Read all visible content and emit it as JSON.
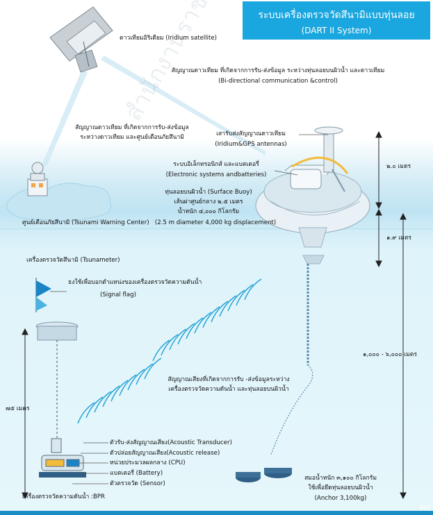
{
  "title": {
    "thai": "ระบบเครื่องตรวจวัดสึนามิแบบทุ่นลอย",
    "english": "(DART II System)"
  },
  "labels": {
    "satellite": "ดาวเทียมอิริเดียม (Iridium satellite)",
    "bidir_thai": "สัญญาณดาวเทียม ที่เกิดจากการรับ-ส่งข้อมูล ระหว่างทุ่นลอยบนผิวน้ำ และดาวเทียม",
    "bidir_en": "(Bi-directional communication &control)",
    "sat_center_1": "สัญญาณดาวเทียม ที่เกิดจากการรับ-ส่งข้อมูล",
    "sat_center_2": "ระหว่างดาวเทียม และศูนย์เตือนภัยสึนามิ",
    "antenna_thai": "เสารับส่งสัญญาณดาวเทียม",
    "antenna_en": "(Iridium&GPS antennas)",
    "electronics_thai": "ระบบอิเล็กทรอนิกส์ และแบตเตอรี่",
    "electronics_en": "(Electronic systems andbatteries)",
    "buoy_1": "ทุ่นลอยบนผิวน้ำ (Surface Buoy)",
    "buoy_2": "เส้นผ่าศูนย์กลาง ๒.๕ เมตร",
    "buoy_3": "น้ำหนัก ๔,๐๐๐ กิโลกรัม",
    "buoy_4": "(2.5 m diameter 4,000 kg displacement)",
    "warning_center": "ศูนย์เตือนภัยสึนามิ (Tsunami Warning Center)",
    "tsunameter": "เครื่องตรวจวัดสึนามิ (Tsunameter)",
    "flag_thai": "ธงใช้เพื่อบอกตำแหน่งของเครื่องตรวจวัดความดันน้ำ",
    "flag_en": "(Signal flag)",
    "acoustic_1": "สัญญาณเสียงที่เกิดจากการรับ -ส่งข้อมูลระหว่าง",
    "acoustic_2": "เครื่องตรวจวัดความดันน้ำ และทุ่นลอยบนผิวน้ำ",
    "transducer": "ตัวรับ-ส่งสัญญาณเสียง(Acoustic Transducer)",
    "release": "ตัวปล่อยสัญญาณเสียง(Acoustic release)",
    "cpu": "หน่วยประมวลผลกลาง (CPU)",
    "battery": "แบตเตอรี่ (Battery)",
    "sensor": "ตัวตรวจวัด (Sensor)",
    "bpr": "เครื่องตรวจวัดความดันน้ำ :BPR",
    "anchor_1": "สมอน้ำหนัก ๓,๑๐๐ กิโลกรัม",
    "anchor_2": "ใช้เพื่อยึดทุ่นลอยบนผิวน้ำ",
    "anchor_3": "(Anchor 3,100kg)"
  },
  "dimensions": {
    "above_water": "๒.๐ เมตร",
    "below_water": "๑.๙ เมตร",
    "depth": "๑,๐๐๐ - ๖,๐๐๐ เมตร",
    "bpr_height": "๗๕ เมตร"
  },
  "watermark": "สำนักงานราชบัณฑิตยสภา",
  "footer": {
    "brand": "ECT"
  },
  "colors": {
    "title_bg": "#1aa6de",
    "sea": "#cfeaf5",
    "buoy": "#e8f1f7",
    "signal": "#1e9fd6",
    "footer": "#1b8ec6"
  }
}
